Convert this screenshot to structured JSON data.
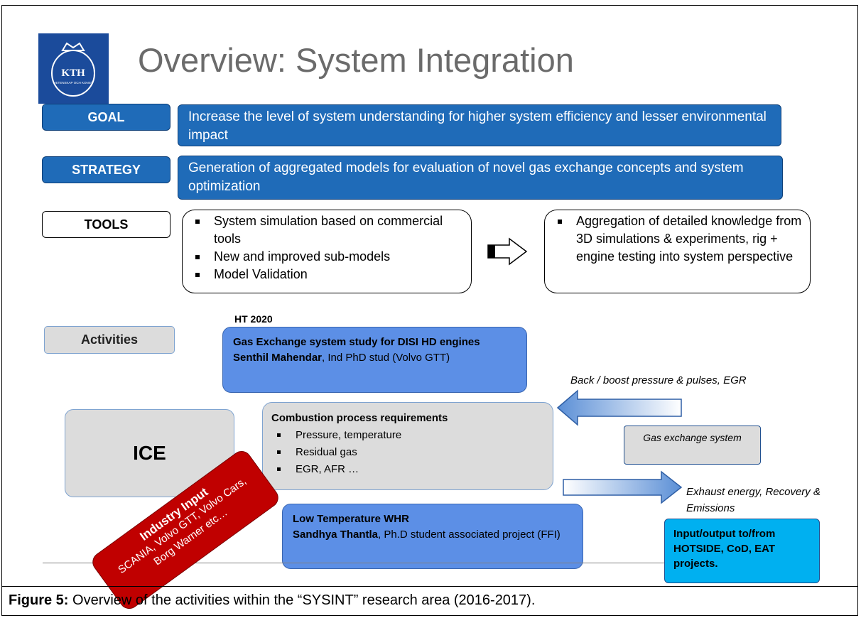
{
  "logo": {
    "text": "KTH",
    "subtext": "VETENSKAP OCH KONST"
  },
  "title": "Overview:  System Integration",
  "goal": {
    "label": "GOAL",
    "text": "Increase the level of system understanding for higher system efficiency and lesser environmental impact"
  },
  "strategy": {
    "label": "STRATEGY",
    "text": "Generation of aggregated  models for evaluation of novel gas exchange concepts and system optimization"
  },
  "tools": {
    "label": "TOOLS",
    "left_items": [
      "System simulation based on commercial tools",
      "New and improved sub-models",
      "Model Validation"
    ],
    "right_items": [
      "Aggregation of detailed knowledge from 3D simulations & experiments, rig + engine testing into system perspective"
    ]
  },
  "activities": {
    "label": "Activities",
    "period": "HT 2020",
    "gas_study": {
      "title": "Gas Exchange system study for DISI HD engines",
      "person": "Senthil Mahendar",
      "role": ", Ind PhD stud (Volvo GTT)"
    },
    "whr": {
      "title": "Low Temperature WHR",
      "person": "Sandhya Thantla",
      "role": ", Ph.D student associated project (FFI)"
    }
  },
  "ice": "ICE",
  "combustion": {
    "title": "Combustion process requirements",
    "items": [
      "Pressure, temperature",
      "Residual gas",
      "EGR, AFR …"
    ]
  },
  "gas_exchange": "Gas exchange system",
  "back_pressure": "Back / boost pressure & pulses, EGR",
  "exhaust": "Exhaust energy, Recovery & Emissions",
  "io": "Input/output to/from HOTSIDE, CoD, EAT projects.",
  "industry": {
    "title": "Industry Input",
    "text": "SCANIA, Volvo GTT, Volvo Cars, Borg Warner etc…"
  },
  "caption": {
    "bold": "Figure 5:",
    "text": " Overview of the activities within the “SYSINT” research area (2016-2017)."
  },
  "colors": {
    "blue": "#1f6bb8",
    "light_blue": "#5c8fe6",
    "cyan": "#00b0f0",
    "red": "#c00000",
    "grey": "#dcdcdc"
  }
}
